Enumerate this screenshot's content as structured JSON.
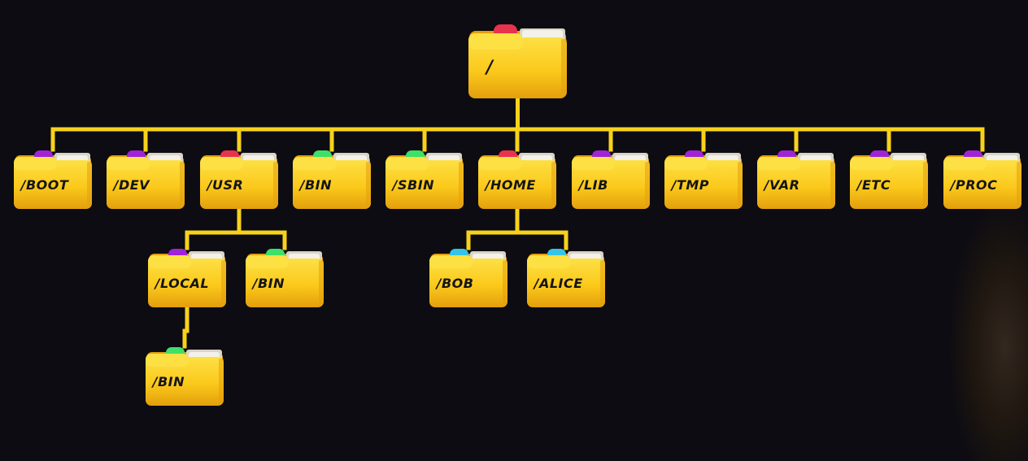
{
  "colors": {
    "background": "#0d0c12",
    "folder_body": "#fbc91b",
    "folder_body_light": "#fde044",
    "folder_shadow": "#e39f0c",
    "paper": "#f4f1ea",
    "line": "#f7d21b",
    "label_text": "#141414"
  },
  "tree": {
    "root": {
      "label": "/",
      "tab_color": "#e8334d"
    },
    "level1": [
      {
        "label": "/BOOT",
        "tab_color": "#a024d6"
      },
      {
        "label": "/DEV",
        "tab_color": "#a024d6"
      },
      {
        "label": "/USR",
        "tab_color": "#e8334d"
      },
      {
        "label": "/BIN",
        "tab_color": "#3ee068"
      },
      {
        "label": "/SBIN",
        "tab_color": "#3ee068"
      },
      {
        "label": "/HOME",
        "tab_color": "#e8334d"
      },
      {
        "label": "/LIB",
        "tab_color": "#a024d6"
      },
      {
        "label": "/TMP",
        "tab_color": "#a024d6"
      },
      {
        "label": "/VAR",
        "tab_color": "#a024d6"
      },
      {
        "label": "/ETC",
        "tab_color": "#a024d6"
      },
      {
        "label": "/PROC",
        "tab_color": "#a024d6"
      }
    ],
    "usr_children": [
      {
        "label": "/LOCAL",
        "tab_color": "#a024d6"
      },
      {
        "label": "/BIN",
        "tab_color": "#3ee068"
      }
    ],
    "local_children": [
      {
        "label": "/BIN",
        "tab_color": "#3ee068"
      }
    ],
    "home_children": [
      {
        "label": "/BOB",
        "tab_color": "#35c4e6"
      },
      {
        "label": "/ALICE",
        "tab_color": "#35c4e6"
      }
    ]
  }
}
